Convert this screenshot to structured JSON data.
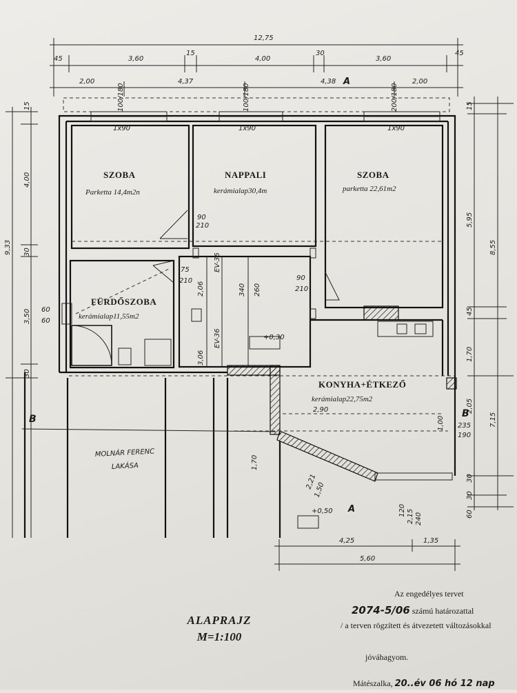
{
  "plan": {
    "dims_top_row1": [
      "12,75"
    ],
    "dims_top_row2": [
      "45",
      "3,60",
      "15",
      "4,00",
      "30",
      "3,60",
      "45"
    ],
    "dims_top_row3": [
      "2,00",
      "4,37",
      "4,38",
      "2,00"
    ],
    "window_marks": [
      "100/180",
      "100/180",
      "200/180"
    ],
    "window_widths": [
      "1x90",
      "1x90",
      "1x90"
    ],
    "dims_left": [
      "15",
      "4,00",
      "9,33",
      "30",
      "3,50",
      "30"
    ],
    "dims_right": [
      "15",
      "5,95",
      "8,55",
      "45",
      "1,70",
      "2,05",
      "7,15",
      "30",
      "30",
      "60"
    ],
    "door_marks": {
      "d1": [
        "90",
        "210"
      ],
      "d2": [
        "75",
        "210"
      ],
      "d3": [
        "90",
        "210"
      ],
      "d4": [
        "60",
        "60"
      ],
      "vent": "+0,30",
      "vent2": "+0,50"
    },
    "interior_dims": [
      "2,06",
      "EV-36",
      "340",
      "260",
      "3,06",
      "EV-36",
      "1,70",
      "2,21",
      "1,50",
      "2,90",
      "1,00",
      "235",
      "190",
      "120",
      "2,15",
      "240"
    ],
    "bottom_dims": [
      "4,25",
      "1,35",
      "5,60"
    ],
    "section_marks": [
      "B",
      "B",
      "A",
      "A"
    ]
  },
  "rooms": [
    {
      "name": "SZOBA",
      "floor": "Parketta 14,4m2n"
    },
    {
      "name": "NAPPALI",
      "floor": "kerámialap30,4m"
    },
    {
      "name": "SZOBA",
      "floor": "parketta 22,61m2"
    },
    {
      "name": "FÜRDŐSZOBA",
      "floor": "kerámialap11,55m2"
    },
    {
      "name": "KONYHA+ÉTKEZŐ",
      "floor": "kerámialap22,75m2"
    }
  ],
  "neighbor_label": [
    "MOLNÁR FERENC",
    "LAKÁSA"
  ],
  "title": {
    "line1": "ALAPRAJZ",
    "line2": "M=1:100"
  },
  "stamp": {
    "line1": "Az engedélyes tervet",
    "handwritten_number": "2074-5/06",
    "line2_rest": "számú határozattal",
    "line3": "/ a terven rögzített és átvezetett változásokkal",
    "line4": "jóváhagyom.",
    "line5_prefix": "Mátészalka,",
    "line5_date": "20..év 06 hó 12 nap"
  }
}
